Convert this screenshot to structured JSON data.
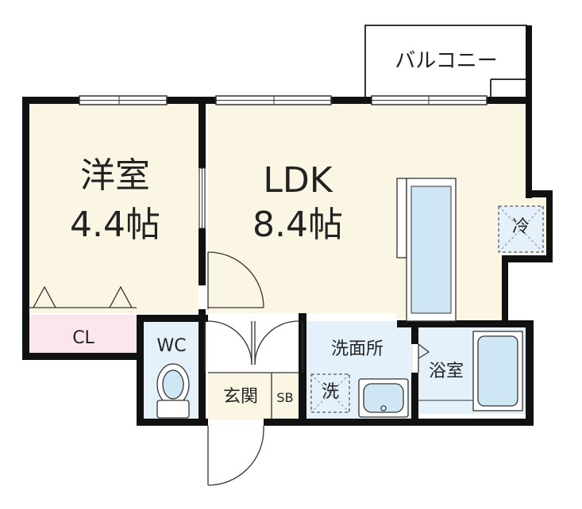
{
  "rooms": {
    "western_room": {
      "name": "洋室",
      "size": "4.4帖"
    },
    "ldk": {
      "name": "LDK",
      "size": "8.4帖"
    },
    "balcony": "バルコニー",
    "closet": "CL",
    "toilet": "WC",
    "entrance": "玄関",
    "shoe_box": "SB",
    "washroom": "洗面所",
    "washer": "洗",
    "bathroom": "浴室",
    "fridge": "冷"
  },
  "colors": {
    "floor_room": "#fbf6e4",
    "floor_wet": "#e4f1fb",
    "floor_closet": "#fbe6ec",
    "wall": "#111111",
    "fixture": "#cfe6f4"
  }
}
